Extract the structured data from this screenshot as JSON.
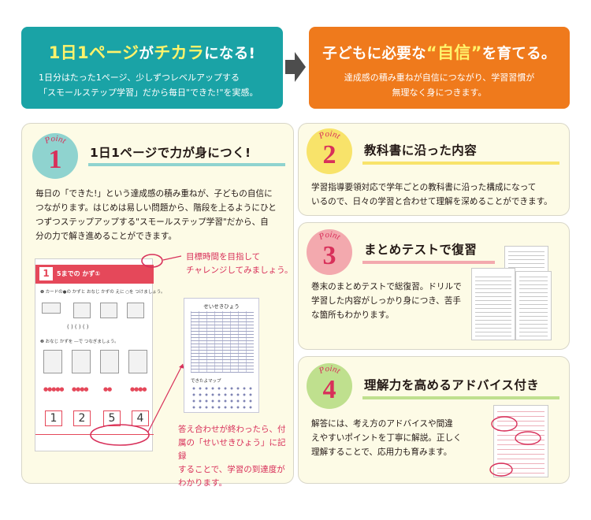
{
  "banners": {
    "left": {
      "head_a": "1日1ページ",
      "head_b": "が",
      "head_c": "チカラ",
      "head_d": "になる!",
      "line1": "1日分はたった1ページ、少しずつレベルアップする",
      "line2": "「スモールステップ学習」だから毎日\"できた!\"を実感。"
    },
    "right": {
      "head_a": "子どもに必要な",
      "head_b": "“自信”",
      "head_c": "を育てる。",
      "line1": "達成感の積み重ねが自信につながり、学習習慣が",
      "line2": "無理なく身につきます。"
    }
  },
  "point_word": "Point",
  "cards": [
    {
      "num": "1",
      "title": "1日1ページで力が身につく!",
      "lines": [
        "毎日の「できた!」という達成感の積み重ねが、子どもの自信に",
        "つながります。はじめは易しい問題から、階段を上るようにひと",
        "つずつステップアップする\"スモールステップ学習\"だから、自",
        "分の力で解き進めることができます。"
      ]
    },
    {
      "num": "2",
      "title": "教科書に沿った内容",
      "lines": [
        "学習指導要領対応で学年ごとの教科書に沿った構成になって",
        "いるので、日々の学習と合わせて理解を深めることができます。"
      ]
    },
    {
      "num": "3",
      "title": "まとめテストで復習",
      "lines": [
        "巻末のまとめテストで総復習。ドリルで",
        "学習した内容がしっかり身につき、苦手",
        "な箇所もわかります。"
      ]
    },
    {
      "num": "4",
      "title": "理解力を高めるアドバイス付き",
      "lines": [
        "解答には、考え方のアドバイスや間違",
        "えやすいポイントを丁寧に解説。正しく",
        "理解することで、応用力も育みます。"
      ]
    }
  ],
  "annotations": {
    "target": [
      "目標時間を目指して",
      "チャレンジしてみましょう。"
    ],
    "record": [
      "答え合わせが終わったら、付",
      "属の「せいせきひょう」に記録",
      "することで、学習の到達度が",
      "わかります。"
    ]
  },
  "worksheet": {
    "number": "1",
    "title": "5までの かず①",
    "q1": "❶ カードの●の かずと おなじ かずの えに ○を つけましょう。",
    "q2": "❷ おなじ かずを ―で つなぎましょう。",
    "digits": [
      "1",
      "2",
      "5",
      "4"
    ]
  },
  "scoresheet": {
    "title": "せいせきひょう",
    "map": "できたよマップ"
  },
  "colors": {
    "teal": "#1aa3a6",
    "orange": "#ef7a1c",
    "badge1": "#8fd3cf",
    "badge2": "#f8e36a",
    "badge3": "#f3a9ae",
    "badge4": "#bfe08e",
    "accent_red": "#d8305a"
  }
}
